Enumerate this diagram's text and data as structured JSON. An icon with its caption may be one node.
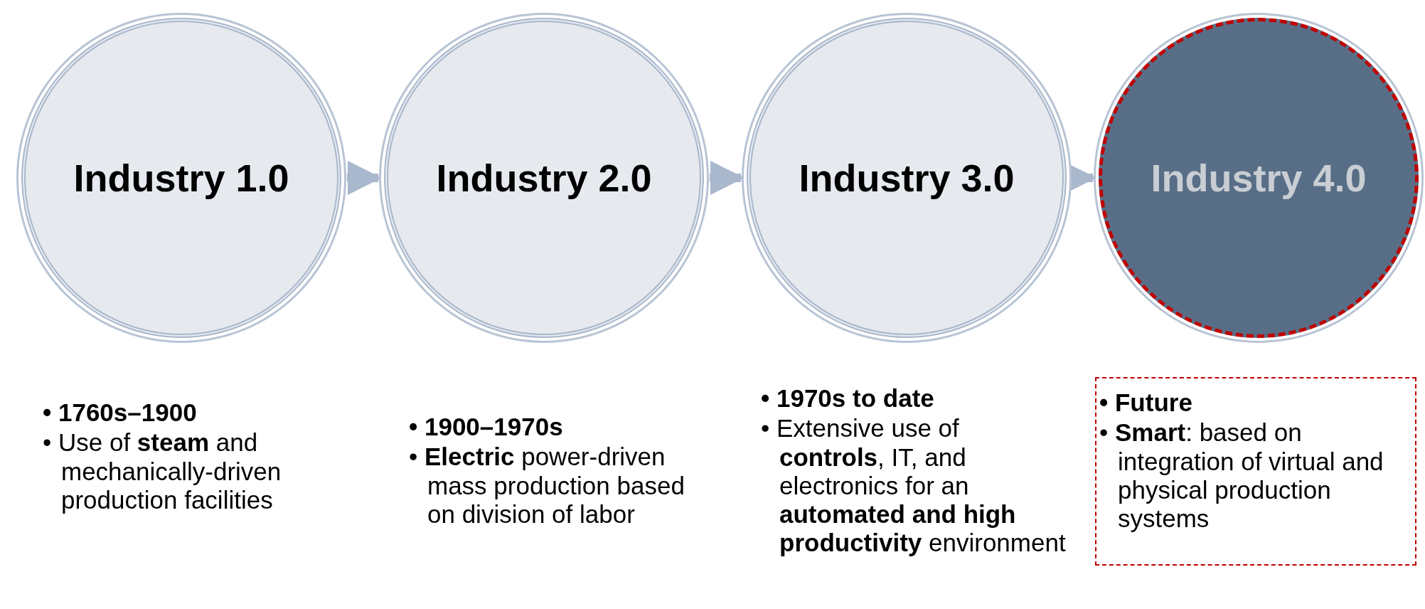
{
  "diagram": {
    "nodes": [
      {
        "text": [
          "Industry 1.0"
        ],
        "beside": [
          "• 1760s–1900",
          "• Use of **steam** and mechanically-driven production facilities"
        ]
      },
      {
        "text": [
          "Industry 2.0"
        ],
        "beside": [
          "• 1900–1970s",
          "• **Electric** power-driven mass production based on division of labor"
        ]
      },
      {
        "text": [
          "Industry 3.0"
        ],
        "beside": [
          "• 1970s to date",
          "• Extensive use of **controls**, IT, and electronics for an **automated and high productivity** environment"
        ]
      },
      {
        "text": [
          "Industry 4.0"
        ]
      },
      {
        "text": [
          "• Future",
          "• **Smart**: based on integration of virtual and physical production systems"
        ]
      }
    ],
    "edges": [
      {
        "from": 0,
        "to": 1,
        "arrow": "to"
      },
      {
        "from": 1,
        "to": 2,
        "arrow": "to"
      },
      {
        "from": 2,
        "to": 3,
        "arrow": "to"
      }
    ]
  }
}
